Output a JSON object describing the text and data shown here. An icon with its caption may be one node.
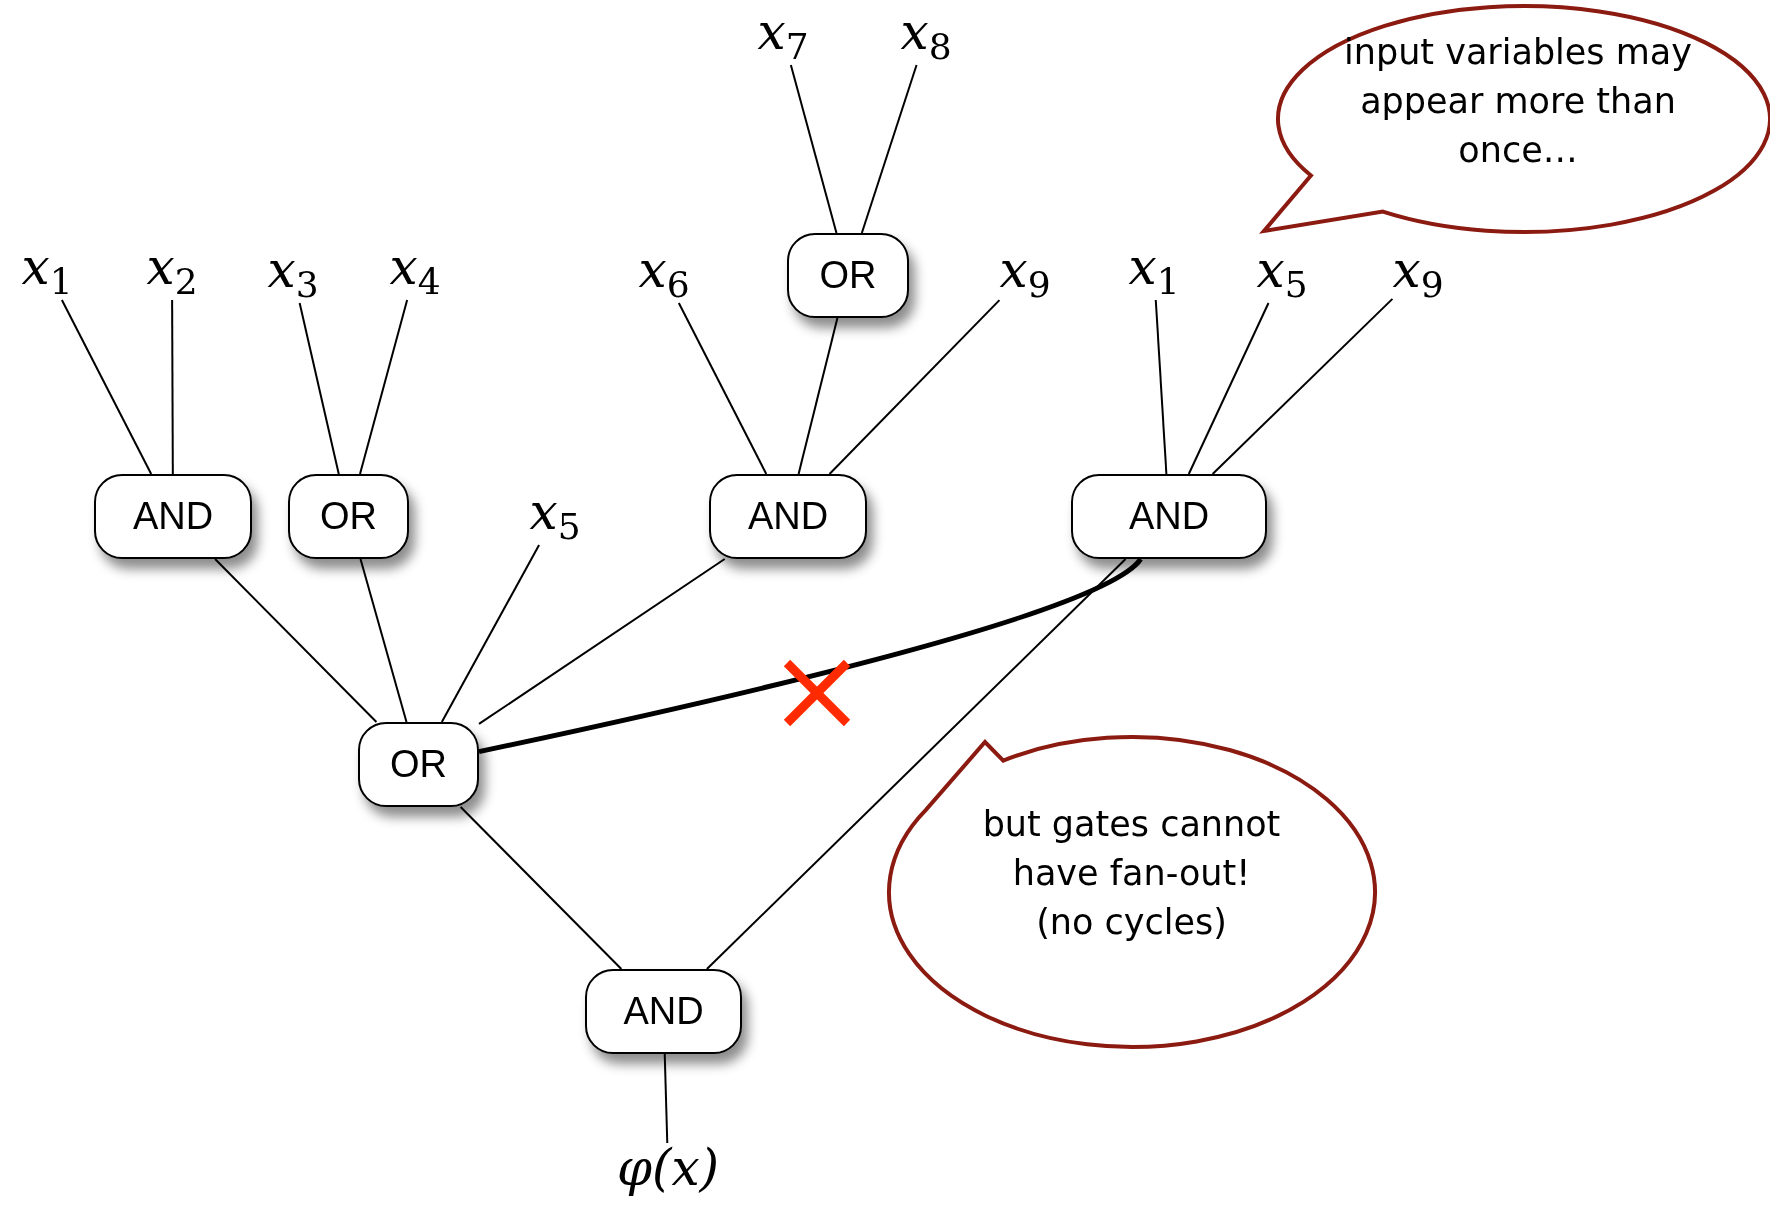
{
  "diagram": {
    "nodes": [
      {
        "text": [
          "x$_{1}$"
        ]
      },
      {
        "text": [
          "x$_{2}$"
        ]
      },
      {
        "text": [
          "x$_{3}$"
        ]
      },
      {
        "text": [
          "x$_{4}$"
        ]
      },
      {
        "text": [
          "x$_{6}$"
        ]
      },
      {
        "text": [
          "x$_{7}$"
        ]
      },
      {
        "text": [
          "x$_{8}$"
        ]
      },
      {
        "text": [
          "OR"
        ]
      },
      {
        "text": [
          "x$_{9}$"
        ]
      },
      {
        "text": [
          "x$_{1}$"
        ]
      },
      {
        "text": [
          "x$_{5}$"
        ]
      },
      {
        "text": [
          "x$_{9}$"
        ]
      },
      {
        "text": [
          "AND"
        ]
      },
      {
        "text": [
          "OR"
        ]
      },
      {
        "text": [
          "x$_{5}$"
        ]
      },
      {
        "text": [
          "AND"
        ]
      },
      {
        "text": [
          "AND"
        ]
      },
      {
        "text": [
          "OR"
        ]
      },
      {
        "text": [
          "AND"
        ]
      },
      {
        "text": [
          "φ(x)"
        ]
      },
      {
        "text": [
          "input variables may appear more than once…"
        ]
      },
      {
        "text": [
          "but gates cannot have fan-out! (no cycles)"
        ]
      }
    ],
    "edges": [
      {
        "from": 0,
        "to": 12,
        "arrow": "none"
      },
      {
        "from": 1,
        "to": 12,
        "arrow": "none"
      },
      {
        "from": 2,
        "to": 13,
        "arrow": "none"
      },
      {
        "from": 3,
        "to": 13,
        "arrow": "none"
      },
      {
        "from": 5,
        "to": 7,
        "arrow": "none"
      },
      {
        "from": 6,
        "to": 7,
        "arrow": "none"
      },
      {
        "from": 4,
        "to": 15,
        "arrow": "none"
      },
      {
        "from": 7,
        "to": 15,
        "arrow": "none"
      },
      {
        "from": 8,
        "to": 15,
        "arrow": "none"
      },
      {
        "from": 9,
        "to": 16,
        "arrow": "none"
      },
      {
        "from": 10,
        "to": 16,
        "arrow": "none"
      },
      {
        "from": 11,
        "to": 16,
        "arrow": "none"
      },
      {
        "from": 12,
        "to": 17,
        "arrow": "none"
      },
      {
        "from": 13,
        "to": 17,
        "arrow": "none"
      },
      {
        "from": 14,
        "to": 17,
        "arrow": "none"
      },
      {
        "from": 15,
        "to": 17,
        "arrow": "none"
      },
      {
        "from": 16,
        "to": 17,
        "arrow": "none",
        "style": "thick"
      },
      {
        "from": 17,
        "to": 18,
        "arrow": "none"
      },
      {
        "from": 16,
        "to": 18,
        "arrow": "none"
      },
      {
        "from": 18,
        "to": 19,
        "arrow": "none"
      }
    ]
  }
}
